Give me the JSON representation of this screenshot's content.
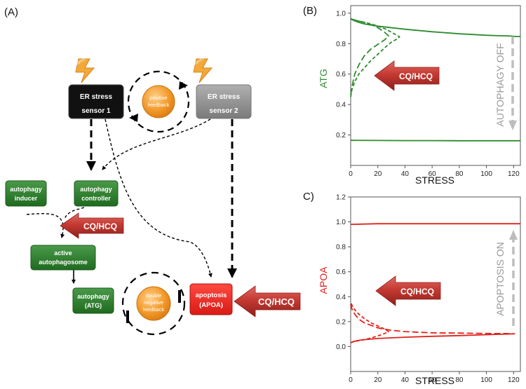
{
  "panel_a": {
    "label": "(A)",
    "stress_icon_text": "stress",
    "nodes": {
      "er_sensor_1": [
        "ER stress",
        "sensor 1"
      ],
      "er_sensor_2": [
        "ER stress",
        "sensor 2"
      ],
      "positive_feedback": [
        "positive",
        "feedback"
      ],
      "autophagy_inducer": [
        "autophagy",
        "inducer"
      ],
      "autophagy_controller": [
        "autophagy",
        "controller"
      ],
      "active_autophagosome": [
        "active",
        "autophagosome"
      ],
      "autophagy_atg": [
        "autophagy",
        "(ATG)"
      ],
      "double_negative_feedback": [
        "double",
        "negative",
        "feedback"
      ],
      "apoptosis_apoa": [
        "apoptosis",
        "(APOA)"
      ]
    },
    "inhibitor_label": "CQ/HCQ",
    "colors": {
      "sensor1": "#111111",
      "sensor2": "#8a8a8a",
      "green_box": "#2f7d2f",
      "red_box": "#e8261f",
      "orange": "#f39a2b",
      "arrow": "#b5302b"
    }
  },
  "chart_data": [
    {
      "type": "line",
      "panel_label": "(B)",
      "xlabel": "STRESS",
      "ylabel": "ATG",
      "xlim": [
        0,
        125
      ],
      "ylim": [
        0,
        1.05
      ],
      "xticks": [
        "0",
        "20",
        "40",
        "60",
        "80",
        "100",
        "120"
      ],
      "yticks": [
        "0.2",
        "0.4",
        "0.6",
        "0.8",
        "1.0"
      ],
      "color": "#2e8b2e",
      "annotation": "AUTOPHAGY OFF",
      "inhibitor_label": "CQ/HCQ",
      "series": [
        {
          "style": "solid",
          "x": [
            0,
            1,
            3,
            6,
            10,
            20,
            40,
            60,
            80,
            100,
            110,
            115,
            118,
            120,
            121,
            125
          ],
          "y": [
            0.965,
            0.958,
            0.95,
            0.94,
            0.93,
            0.915,
            0.895,
            0.878,
            0.865,
            0.855,
            0.852,
            0.851,
            0.85,
            0.848,
            0.847,
            0.847
          ]
        },
        {
          "style": "solid",
          "x": [
            0,
            20,
            40,
            60,
            80,
            100,
            120,
            125
          ],
          "y": [
            0.165,
            0.164,
            0.163,
            0.163,
            0.162,
            0.162,
            0.162,
            0.162
          ]
        },
        {
          "style": "dashed",
          "x": [
            0,
            1,
            3,
            6,
            10,
            15,
            20,
            26,
            30,
            34,
            36,
            34,
            30,
            26,
            20,
            15,
            10,
            6,
            3,
            1,
            0
          ],
          "y": [
            0.965,
            0.96,
            0.955,
            0.948,
            0.94,
            0.93,
            0.915,
            0.895,
            0.875,
            0.855,
            0.845,
            0.83,
            0.81,
            0.78,
            0.73,
            0.69,
            0.64,
            0.6,
            0.55,
            0.5,
            0.45
          ]
        },
        {
          "style": "longdash",
          "x": [
            0,
            1,
            3,
            6,
            10,
            15,
            20,
            25,
            28,
            25,
            20,
            15,
            10,
            6,
            3,
            1,
            0
          ],
          "y": [
            0.965,
            0.96,
            0.955,
            0.948,
            0.94,
            0.925,
            0.905,
            0.875,
            0.85,
            0.825,
            0.795,
            0.765,
            0.72,
            0.66,
            0.6,
            0.52,
            0.46
          ]
        }
      ]
    },
    {
      "type": "line",
      "panel_label": "C)",
      "xlabel": "STRESS",
      "ylabel": "APOA",
      "xlim": [
        0,
        125
      ],
      "ylim": [
        -0.2,
        1.2
      ],
      "xticks": [
        "0",
        "20",
        "40",
        "60",
        "80",
        "100",
        "120"
      ],
      "yticks": [
        "0.0",
        "0.2",
        "0.4",
        "0.6",
        "0.8",
        "1.0",
        "1.2"
      ],
      "color": "#e0231c",
      "annotation": "APOPTOSIS ON",
      "inhibitor_label": "CQ/HCQ",
      "series": [
        {
          "style": "solid",
          "x": [
            0,
            20,
            40,
            60,
            80,
            100,
            120,
            125
          ],
          "y": [
            0.98,
            0.985,
            0.985,
            0.985,
            0.985,
            0.985,
            0.985,
            0.985
          ]
        },
        {
          "style": "solid",
          "x": [
            0,
            2,
            5,
            10,
            20,
            40,
            60,
            80,
            100,
            115,
            120,
            121
          ],
          "y": [
            0.03,
            0.04,
            0.048,
            0.055,
            0.065,
            0.075,
            0.082,
            0.088,
            0.095,
            0.1,
            0.102,
            0.103
          ]
        },
        {
          "style": "dashed",
          "x": [
            0,
            1,
            3,
            6,
            10,
            15,
            20,
            25,
            28,
            25,
            20,
            15,
            10,
            6,
            3,
            1,
            0
          ],
          "y": [
            0.03,
            0.035,
            0.04,
            0.048,
            0.055,
            0.068,
            0.085,
            0.105,
            0.12,
            0.14,
            0.165,
            0.19,
            0.225,
            0.26,
            0.295,
            0.33,
            0.36
          ]
        },
        {
          "style": "longdash",
          "x": [
            0,
            1,
            3,
            6,
            10,
            15,
            20,
            30,
            40,
            60,
            80,
            100,
            115,
            120
          ],
          "y": [
            0.34,
            0.3,
            0.26,
            0.22,
            0.19,
            0.17,
            0.15,
            0.13,
            0.12,
            0.11,
            0.108,
            0.105,
            0.104,
            0.103
          ]
        }
      ]
    }
  ]
}
